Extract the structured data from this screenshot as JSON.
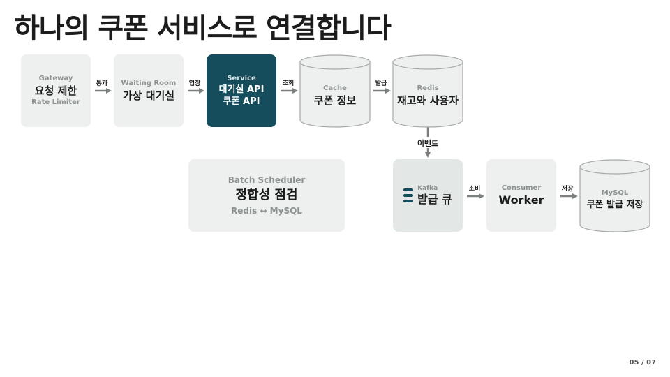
{
  "title": "하나의 쿠폰 서비스로 연결합니다",
  "nodes": {
    "gateway": {
      "sub": "Gateway",
      "main": "요청 제한",
      "sub2": "Rate Limiter"
    },
    "waiting_room": {
      "sub": "Waiting Room",
      "main": "가상 대기실"
    },
    "service": {
      "sub": "Service",
      "main1": "대기실 API",
      "main2": "쿠폰 API"
    },
    "cache": {
      "sub": "Cache",
      "main": "쿠폰 정보"
    },
    "redis": {
      "sub": "Redis",
      "main": "재고와 사용자"
    },
    "batch": {
      "sub": "Batch Scheduler",
      "main": "정합성 점검",
      "sub2": "Redis ↔ MySQL"
    },
    "kafka": {
      "sub": "Kafka",
      "main": "발급 큐"
    },
    "consumer": {
      "sub": "Consumer",
      "main": "Worker"
    },
    "mysql": {
      "sub": "MySQL",
      "main": "쿠폰 발급 저장"
    }
  },
  "edges": {
    "gateway_waiting": "통과",
    "waiting_service": "입장",
    "service_cache": "조회",
    "cache_redis": "발급",
    "redis_kafka": "이벤트",
    "kafka_consumer": "소비",
    "consumer_mysql": "저장"
  },
  "colors": {
    "accent": "#154d5c",
    "box": "#edf0ee",
    "stroke": "#a6aaa7",
    "arrow": "#7c807d"
  },
  "page": "05 / 07"
}
